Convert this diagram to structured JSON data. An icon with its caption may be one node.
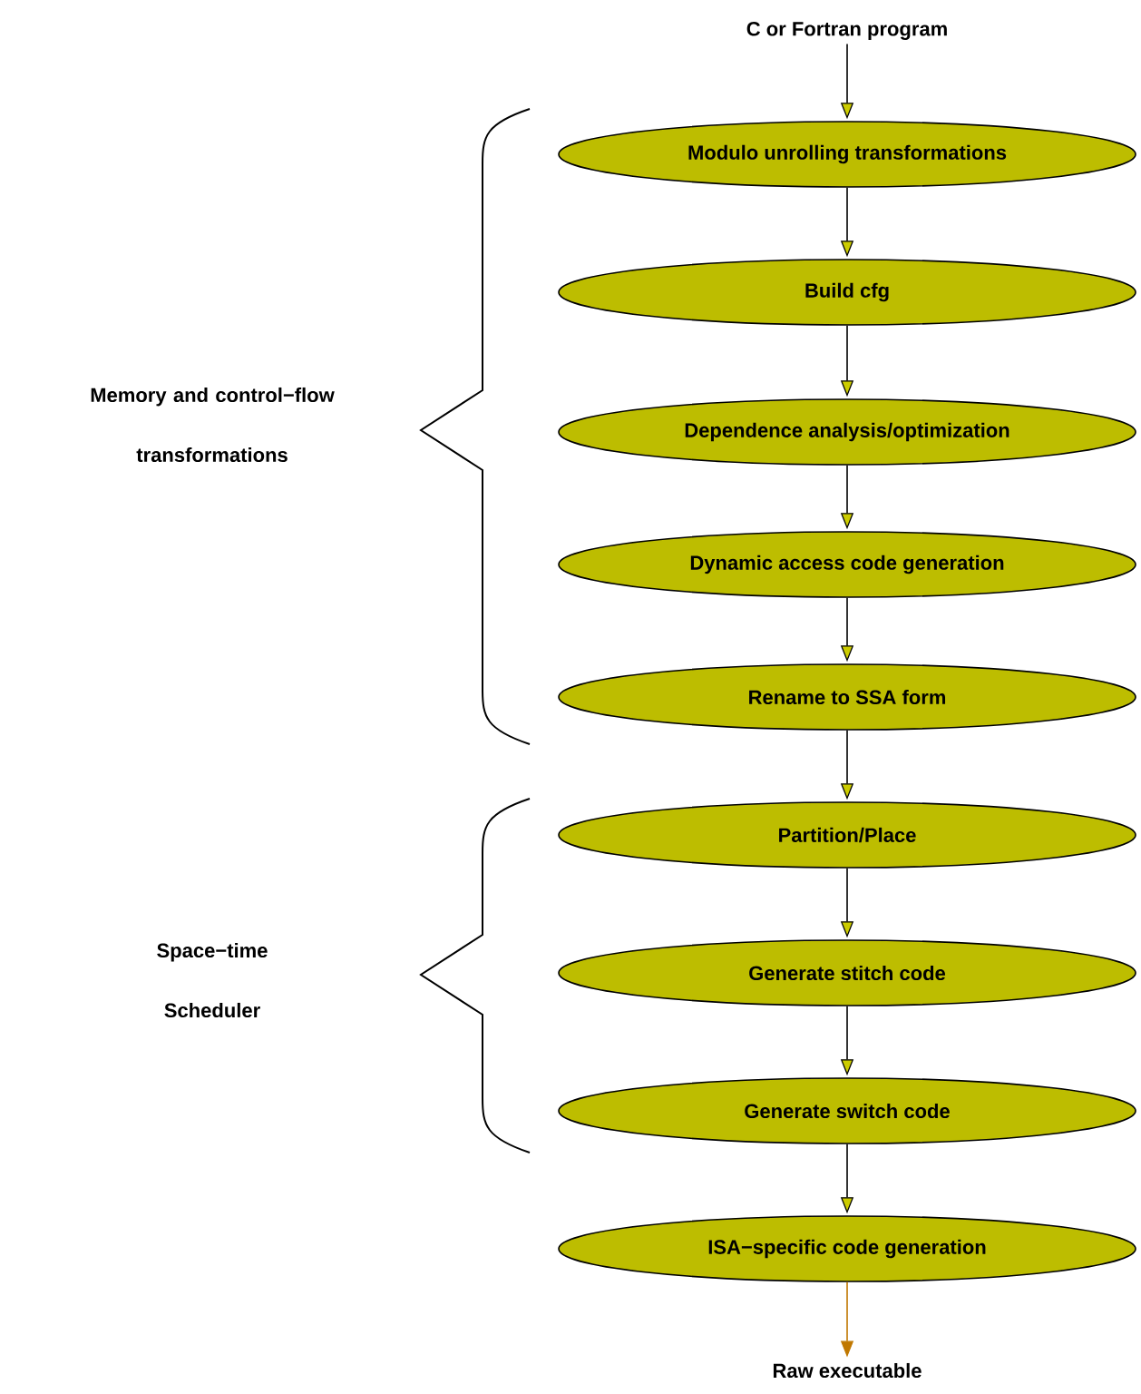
{
  "diagram": {
    "nodes": [
      {
        "text": [
          "C or Fortran program"
        ]
      },
      {
        "text": [
          "Modulo unrolling transformations"
        ]
      },
      {
        "text": [
          "Build cfg"
        ]
      },
      {
        "text": [
          "Dependence analysis/optimization"
        ]
      },
      {
        "text": [
          "Dynamic access code generation"
        ]
      },
      {
        "text": [
          "Rename to SSA form"
        ]
      },
      {
        "text": [
          "Partition/Place"
        ]
      },
      {
        "text": [
          "Generate stitch code"
        ]
      },
      {
        "text": [
          "Generate switch code"
        ]
      },
      {
        "text": [
          "ISA−specific code generation"
        ]
      },
      {
        "text": [
          "Raw executable"
        ]
      }
    ],
    "edges": [
      {
        "from": 0,
        "to": 1,
        "arrow": "to"
      },
      {
        "from": 1,
        "to": 2,
        "arrow": "to"
      },
      {
        "from": 2,
        "to": 3,
        "arrow": "to"
      },
      {
        "from": 3,
        "to": 4,
        "arrow": "to"
      },
      {
        "from": 4,
        "to": 5,
        "arrow": "to"
      },
      {
        "from": 5,
        "to": 6,
        "arrow": "to"
      },
      {
        "from": 6,
        "to": 7,
        "arrow": "to"
      },
      {
        "from": 7,
        "to": 8,
        "arrow": "to"
      },
      {
        "from": 8,
        "to": 9,
        "arrow": "to"
      },
      {
        "from": 9,
        "to": 10,
        "arrow": "to",
        "color": "#c07800"
      }
    ],
    "labels": [
      "Memory and control−flow transformations",
      "Space−time Scheduler"
    ]
  }
}
